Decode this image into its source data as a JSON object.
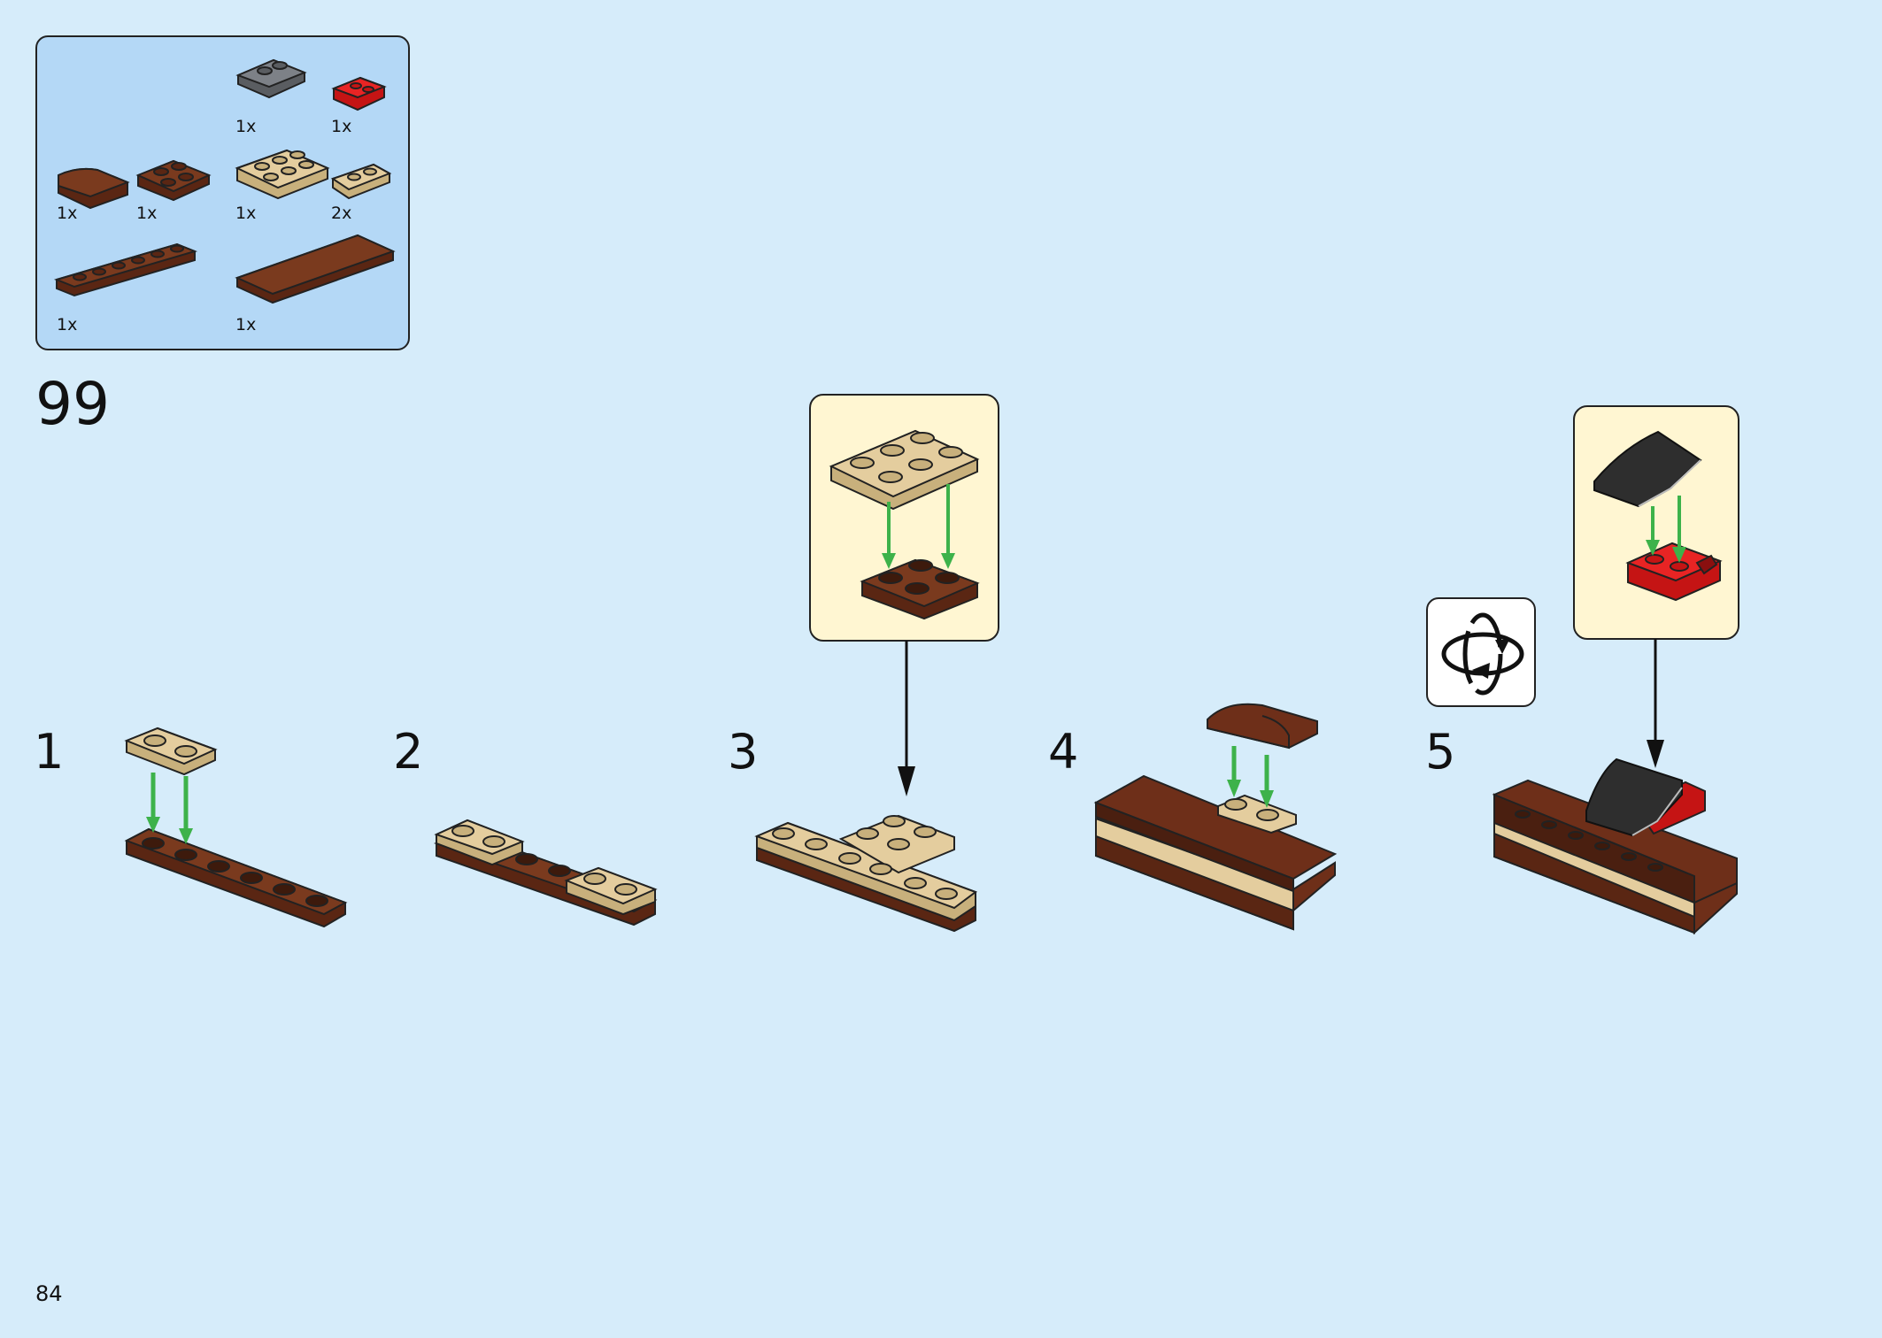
{
  "parts_list": {
    "items": [
      {
        "name": "dark-bluish-gray-inverted-slope",
        "qty": "1x"
      },
      {
        "name": "red-plate-with-clip",
        "qty": "1x"
      },
      {
        "name": "reddish-brown-curved-slope-2x2",
        "qty": "1x"
      },
      {
        "name": "reddish-brown-plate-2x2",
        "qty": "1x"
      },
      {
        "name": "tan-plate-2x3",
        "qty": "1x"
      },
      {
        "name": "tan-plate-1x2",
        "qty": "2x"
      },
      {
        "name": "reddish-brown-plate-1x6",
        "qty": "1x"
      },
      {
        "name": "reddish-brown-tile-2x6",
        "qty": "1x"
      }
    ]
  },
  "step_group_number": "99",
  "steps": [
    "1",
    "2",
    "3",
    "4",
    "5"
  ],
  "page_number": "84",
  "colors": {
    "background": "#d6ecfa",
    "parts_box": "#b4d8f6",
    "callout": "#fff6d2",
    "tan": "#e4cd9e",
    "reddish_brown": "#6e2f19",
    "dark_gray": "#2e2e2e",
    "red": "#e01a1a",
    "arrow_green": "#3db24a"
  },
  "icons": [
    "rotate-model-icon",
    "down-arrow-icon"
  ]
}
